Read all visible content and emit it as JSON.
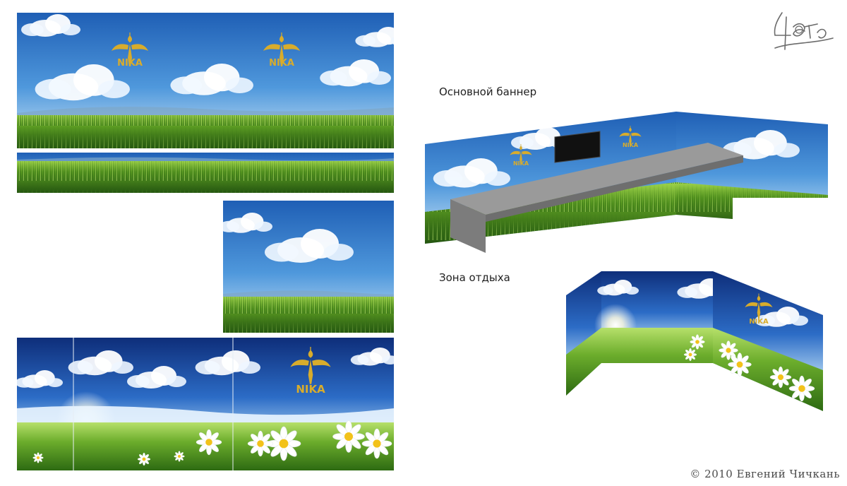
{
  "banners": {
    "main_label": "Основной баннер",
    "rest_label": "Зона отдыха",
    "brand_text": "NIKA"
  },
  "footer": {
    "copyright": "© 2010 Евгений Чичкань"
  },
  "colors": {
    "sky_top": "#1f5fb5",
    "sky_mid": "#4f98dc",
    "sky_horizon": "#cfe6f6",
    "grass_dark": "#2f6a15",
    "grass_light": "#8cc43a",
    "logo_gold": "#d8ac2c",
    "counter_gray": "#8a8a8a",
    "deep_sky": "#0e2e7a"
  },
  "icons": {
    "logo": "winged-angel-logo",
    "tv": "tv-screen-icon",
    "flower": "daisy-flower-icon",
    "signature": "artist-signature-logo"
  }
}
